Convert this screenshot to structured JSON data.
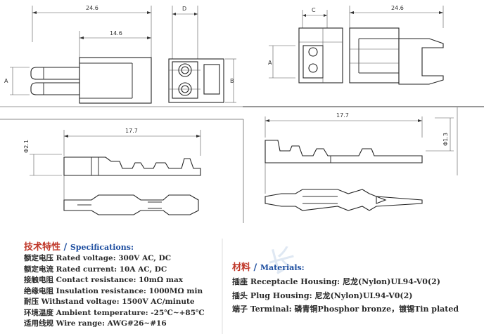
{
  "drawing_top": {
    "dims": {
      "side_length": "24.6",
      "side_inner": "14.6",
      "side_height": "A",
      "front_width": "D",
      "front_height": "B",
      "top_width": "C",
      "rear_length": "24.6"
    }
  },
  "drawing_receptacle": {
    "dims": {
      "length": "17.7",
      "diameter": "Φ2.1"
    }
  },
  "drawing_plug": {
    "dims": {
      "length": "17.7",
      "diameter": "Φ1.3"
    }
  },
  "watermark": "长",
  "specifications": {
    "title_cn": "技术特性",
    "title_sep": " / ",
    "title_en": "Specifications:",
    "items": [
      "额定电压 Rated voltage:    300V AC, DC",
      "额定电流 Rated current:   10A AC, DC",
      "接触电阻 Contact resistance:   10mΩ max",
      "绝缘电阻 Insulation resistance:   1000MΩ min",
      "耐压 Withstand voltage:  1500V AC/minute",
      "环境温度 Ambient temperature:   -25℃~+85℃",
      "适用线规 Wire range:   AWG#26~#16"
    ]
  },
  "materials": {
    "title_cn": "材料",
    "title_sep": " / ",
    "title_en": "Materials:",
    "items": [
      "插座 Receptacle Housing: 尼龙(Nylon)UL94-V0(2)",
      "插头 Plug Housing: 尼龙(Nylon)UL94-V0(2)",
      "端子 Terminal: 磷青铜Phosphor bronze，镀锡Tin plated"
    ]
  }
}
